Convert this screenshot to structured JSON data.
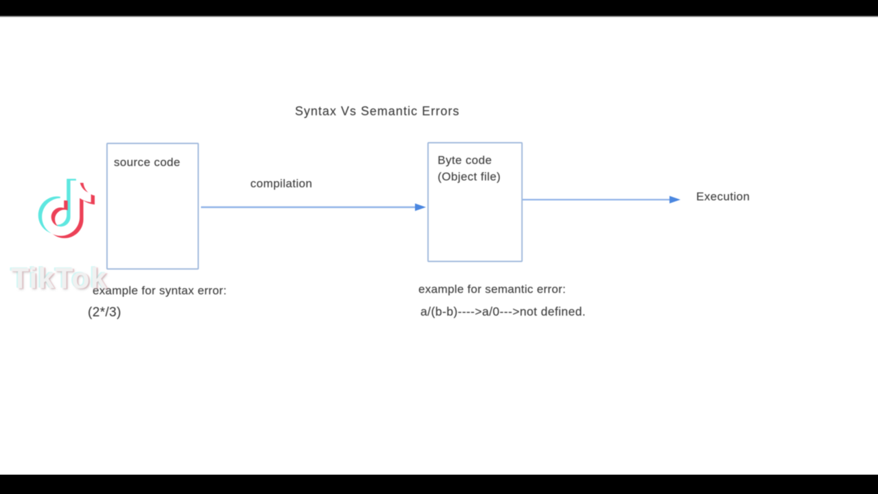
{
  "title": "Syntax Vs Semantic Errors",
  "boxes": {
    "source": {
      "label": "source code"
    },
    "byte": {
      "label_line1": "Byte code",
      "label_line2": "(Object file)"
    }
  },
  "arrows": {
    "compilation": {
      "label": "compilation"
    },
    "execution": {
      "label": "Execution"
    }
  },
  "examples": {
    "syntax": {
      "heading": "example for syntax error:",
      "code": "(2*/3)"
    },
    "semantic": {
      "heading": "example for semantic error:",
      "code": "a/(b-b)---->a/0--->not defined."
    }
  },
  "watermark": {
    "brand": "TikTok",
    "icon": "tiktok-note-icon"
  },
  "colors": {
    "letterbox": "#000000",
    "background": "#ffffff",
    "box_border": "#a3bbdd",
    "arrow_line": "#8fb2e8",
    "arrow_head": "#4b87e0",
    "text": "#3e3e3e",
    "tiktok_cyan": "#5ee7e0",
    "tiktok_red": "#ec4157"
  }
}
